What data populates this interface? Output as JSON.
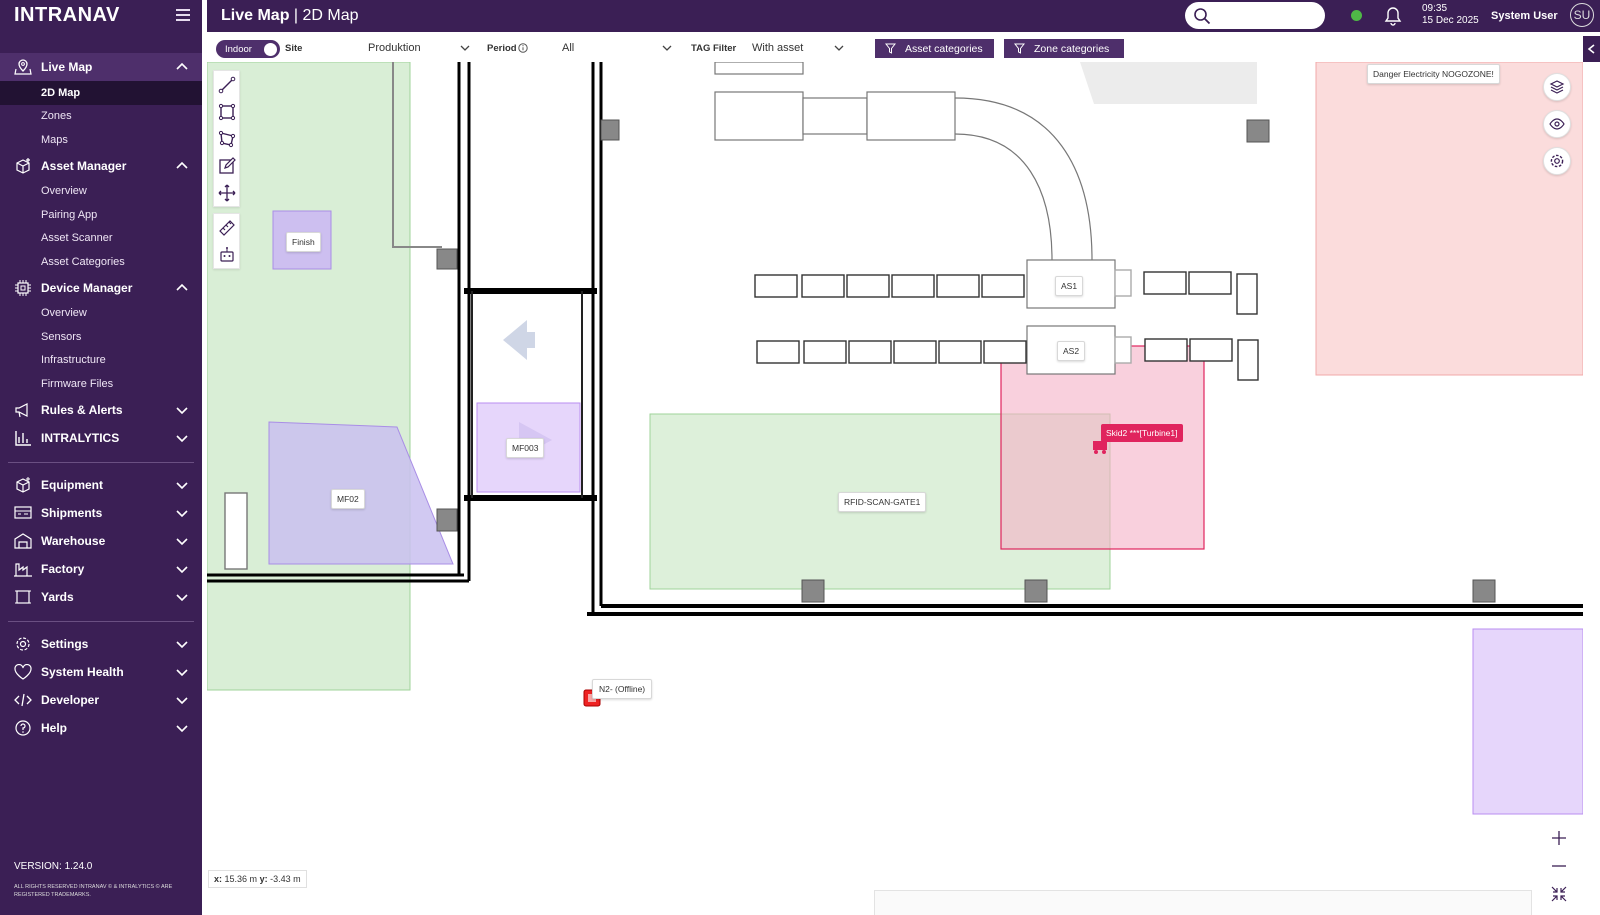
{
  "app": {
    "logo": "INTRANAV"
  },
  "sidebar": {
    "sections": [
      {
        "label": "Live Map",
        "icon": "map-pin-icon",
        "expanded": true,
        "items": [
          "2D Map",
          "Zones",
          "Maps"
        ]
      },
      {
        "label": "Asset Manager",
        "icon": "asset-box-icon",
        "expanded": true,
        "items": [
          "Overview",
          "Pairing App",
          "Asset Scanner",
          "Asset Categories"
        ]
      },
      {
        "label": "Device Manager",
        "icon": "chip-icon",
        "expanded": true,
        "items": [
          "Overview",
          "Sensors",
          "Infrastructure",
          "Firmware Files"
        ]
      },
      {
        "label": "Rules & Alerts",
        "icon": "megaphone-icon",
        "expanded": false
      },
      {
        "label": "INTRALYTICS",
        "icon": "bar-chart-icon",
        "expanded": false
      },
      {
        "label": "Equipment",
        "icon": "equipment-icon",
        "expanded": false
      },
      {
        "label": "Shipments",
        "icon": "truck-icon",
        "expanded": false
      },
      {
        "label": "Warehouse",
        "icon": "warehouse-icon",
        "expanded": false
      },
      {
        "label": "Factory",
        "icon": "factory-icon",
        "expanded": false
      },
      {
        "label": "Yards",
        "icon": "yard-icon",
        "expanded": false
      },
      {
        "label": "Settings",
        "icon": "gear-icon",
        "expanded": false
      },
      {
        "label": "System Health",
        "icon": "heart-icon",
        "expanded": false
      },
      {
        "label": "Developer",
        "icon": "code-icon",
        "expanded": false
      },
      {
        "label": "Help",
        "icon": "help-icon",
        "expanded": false
      }
    ],
    "selected_item": "2D Map",
    "version": "VERSION: 1.24.0",
    "rights": "ALL RIGHTS RESERVED INTRANAV © & INTRALYTICS © ARE REGISTERED TRADEMARKS."
  },
  "topbar": {
    "title_bold": "Live Map",
    "title_rest": " | 2D Map",
    "search_placeholder": "",
    "time": "09:35",
    "date": "15 Dec 2025",
    "user_name": "System User",
    "user_initials": "SU",
    "status_color": "#4fb847"
  },
  "filters": {
    "toggle_on": "Indoor",
    "toggle_off": "Site",
    "map_select": "Produktion",
    "period_label": "Period",
    "period_select": "All",
    "tag_filter_label": "TAG Filter",
    "tag_filter_select": "With asset",
    "asset_categories_button": "Asset categories",
    "zone_categories_button": "Zone categories"
  },
  "map": {
    "zones": {
      "finish": "Finish",
      "mf02": "MF02",
      "mf003": "MF003",
      "rfid_gate": "RFID-SCAN-GATE1",
      "as1": "AS1",
      "as2": "AS2",
      "danger": "Danger Electricity NOGOZONE!"
    },
    "assets": {
      "skid2": "Skid2 ***[Turbine1]",
      "n2": "N2-  (Offline)"
    },
    "coords_x_label": "x:",
    "coords_x": "15.36 m",
    "coords_y_label": "y:",
    "coords_y": "-3.43 m",
    "colors": {
      "brand": "#3b1f55",
      "green_zone": "#d9eed6",
      "purple_zone": "#e6d6fb",
      "pink_zone": "#f8c6d6",
      "danger_zone": "#fbdcdc",
      "alert": "#e0245e"
    }
  }
}
